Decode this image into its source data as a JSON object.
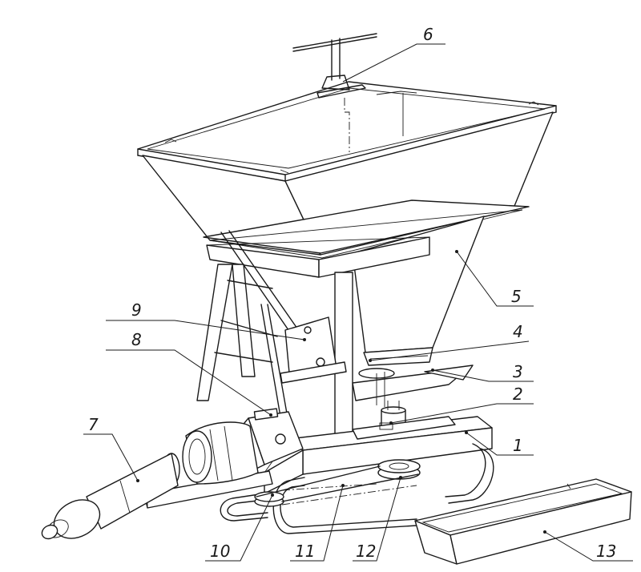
{
  "callouts": [
    {
      "id": "6",
      "text": "6"
    },
    {
      "id": "5",
      "text": "5"
    },
    {
      "id": "9",
      "text": "9"
    },
    {
      "id": "4",
      "text": "4"
    },
    {
      "id": "8",
      "text": "8"
    },
    {
      "id": "3",
      "text": "3"
    },
    {
      "id": "2",
      "text": "2"
    },
    {
      "id": "7",
      "text": "7"
    },
    {
      "id": "1",
      "text": "1"
    },
    {
      "id": "10",
      "text": "10"
    },
    {
      "id": "11",
      "text": "11"
    },
    {
      "id": "12",
      "text": "12"
    },
    {
      "id": "13",
      "text": "13"
    }
  ],
  "colors": {
    "line": "#1a1a1a",
    "background": "#ffffff"
  }
}
